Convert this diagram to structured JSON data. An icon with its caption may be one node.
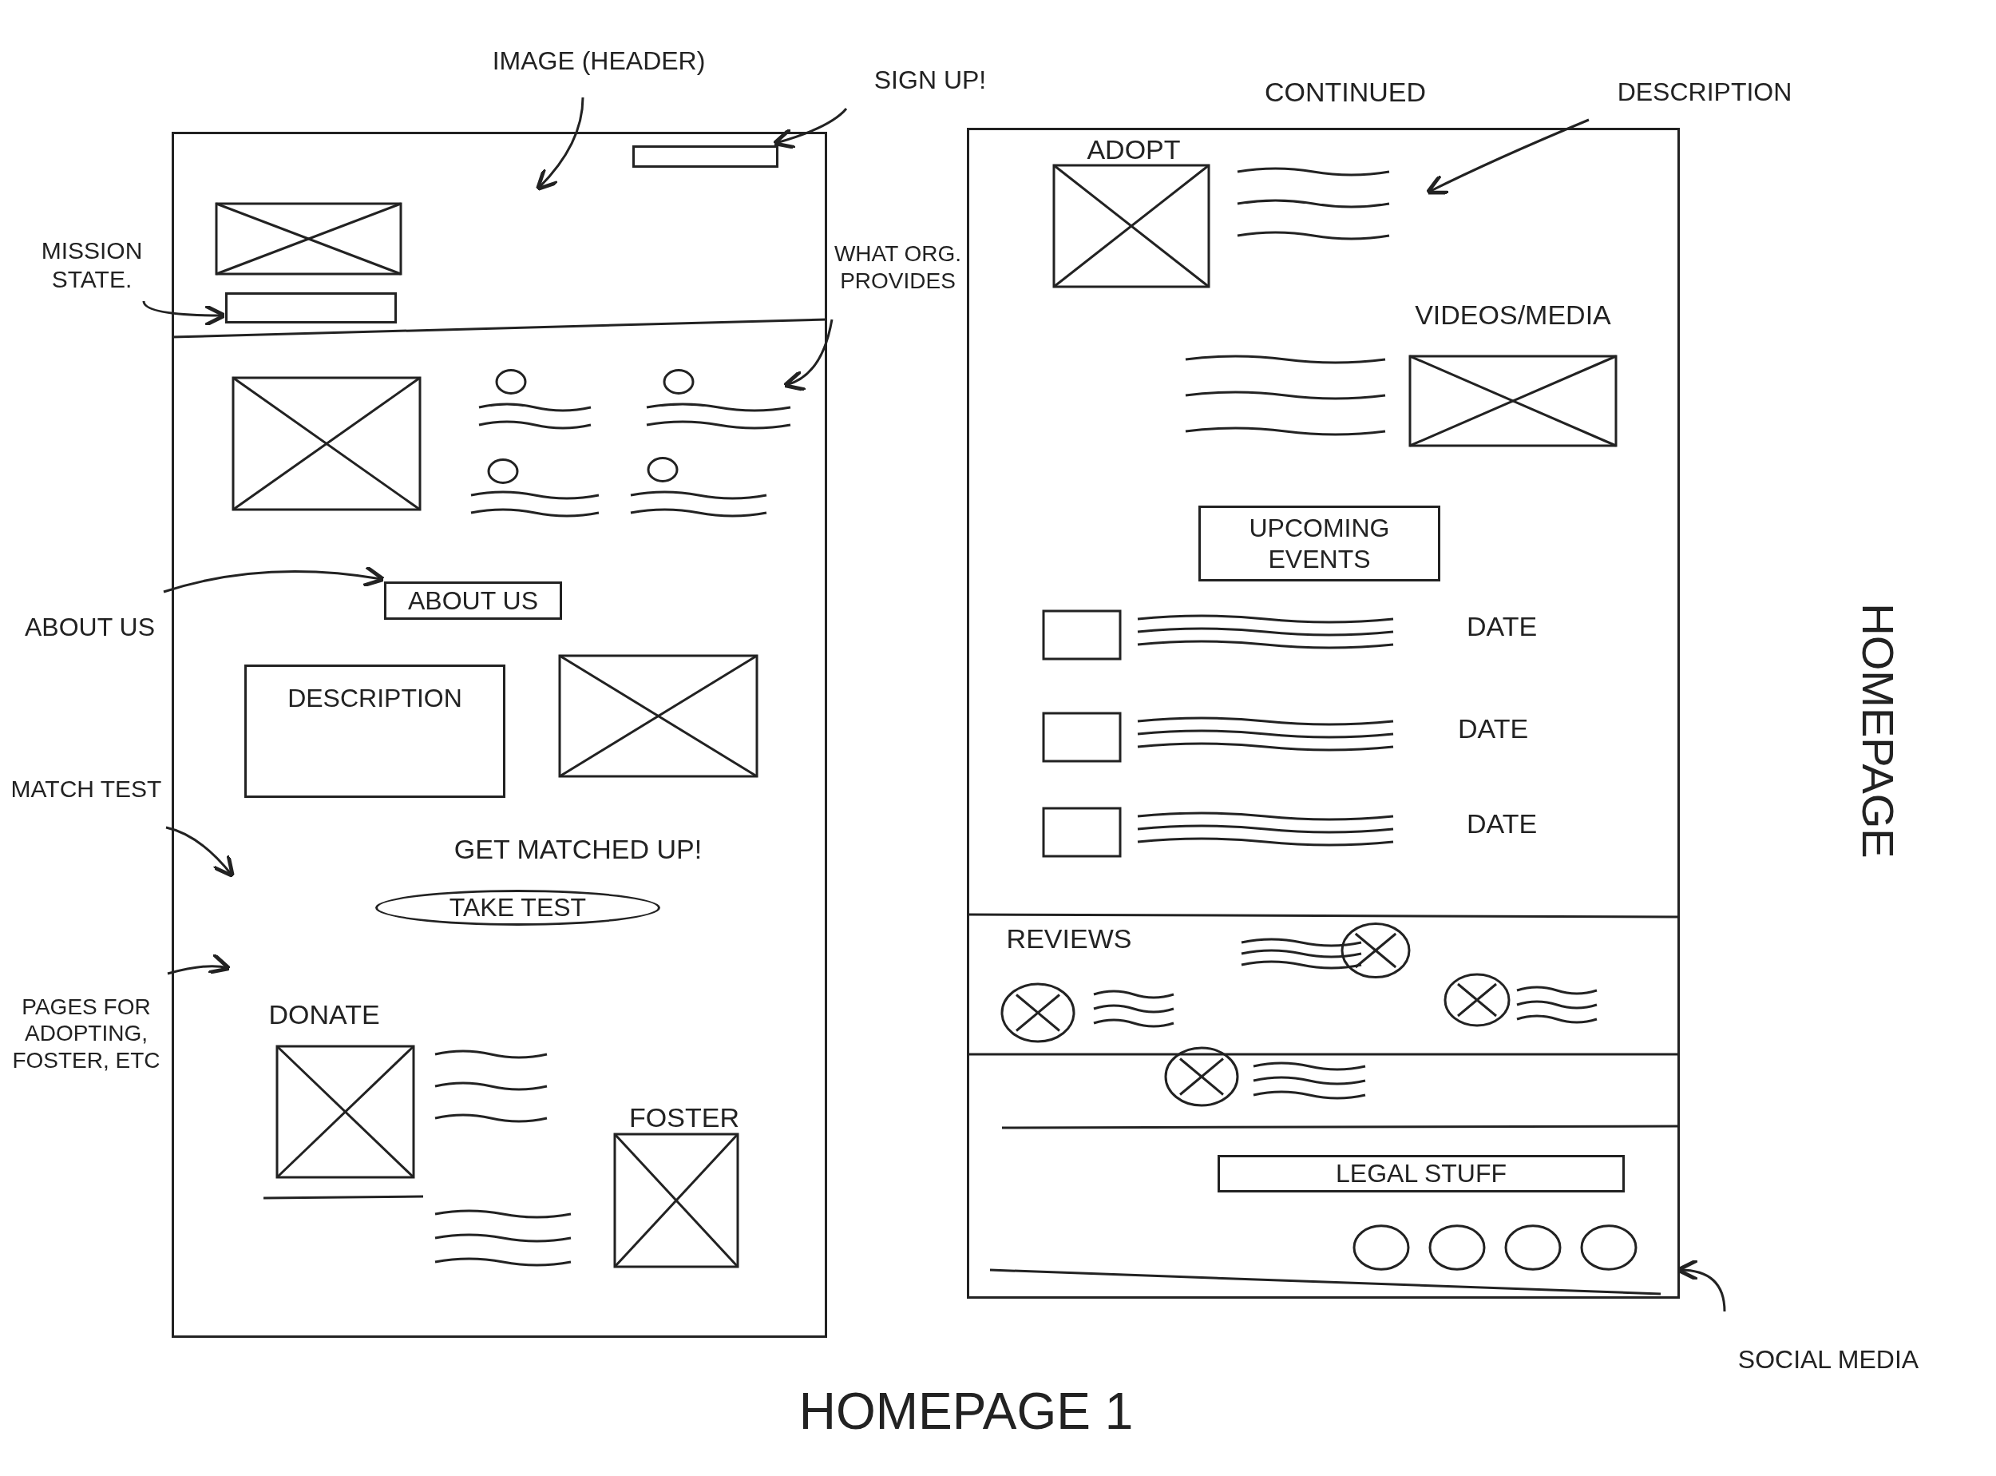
{
  "diagram": {
    "caption": "HOMEPAGE 1",
    "nodes": [
      {
        "text": [],
        "shape": "box"
      },
      {
        "text": [
          "IMAGE (HEADER)"
        ]
      },
      {
        "text": [
          "SIGN UP!"
        ]
      },
      {
        "text": [],
        "shape": "box",
        "in": 0
      },
      {
        "text": [
          "MISSION STATE."
        ]
      },
      {
        "text": [],
        "shape": "box",
        "in": 0
      },
      {
        "text": [
          "WHAT ORG. PROVIDES"
        ]
      },
      {
        "text": [
          "ABOUT US"
        ]
      },
      {
        "text": [
          "ABOUT US"
        ],
        "in": 0
      },
      {
        "text": [
          "DESCRIPTION"
        ],
        "in": 0
      },
      {
        "text": [
          "MATCH TEST"
        ]
      },
      {
        "text": [
          "TAKE TEST"
        ],
        "in": 0
      },
      {
        "text": [
          "PAGES FOR ADOPTING, FOSTER, ETC"
        ]
      },
      {
        "text": [],
        "shape": "box"
      },
      {
        "text": [
          "DESCRIPTION"
        ]
      },
      {
        "text": [
          "UPCOMING EVENTS"
        ],
        "in": 13
      },
      {
        "text": [
          "LEGAL STUFF"
        ],
        "in": 13
      },
      {
        "text": [
          "SOCIAL MEDIA"
        ]
      }
    ],
    "edges": [
      {
        "from": 1,
        "to": 0,
        "arrow": "to"
      },
      {
        "from": 2,
        "to": 3,
        "arrow": "to"
      },
      {
        "from": 4,
        "to": 5,
        "arrow": "to"
      },
      {
        "from": 6,
        "to": 0,
        "arrow": "to"
      },
      {
        "from": 7,
        "to": 8,
        "arrow": "to"
      },
      {
        "from": 10,
        "to": 0,
        "arrow": "to"
      },
      {
        "from": 12,
        "to": 0,
        "arrow": "to"
      },
      {
        "from": 14,
        "to": 13,
        "arrow": "to"
      },
      {
        "from": 17,
        "to": 13,
        "arrow": "to"
      }
    ],
    "labels": [
      "GET MATCHED UP!",
      "DONATE",
      "FOSTER",
      "CONTINUED",
      "ADOPT",
      "VIDEOS/MEDIA",
      "DATE",
      "DATE",
      "DATE",
      "REVIEWS",
      "HOMEPAGE"
    ]
  }
}
